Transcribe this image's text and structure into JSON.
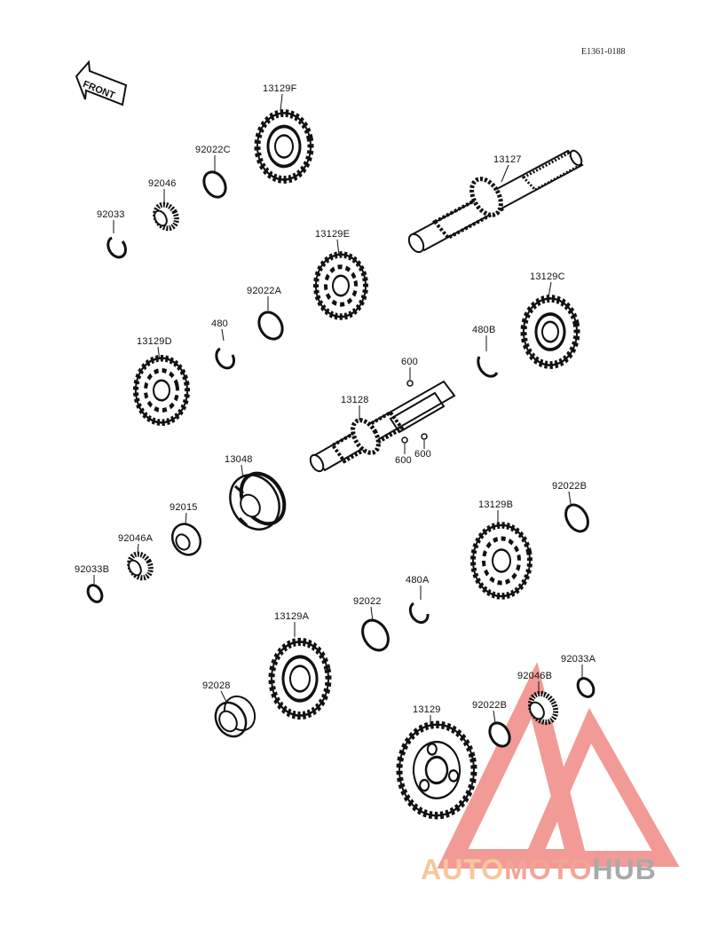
{
  "diagram_code": "E1361-0188",
  "front_label": "FRONT",
  "watermark": {
    "part1": "AUTO",
    "part2": "MOTO",
    "part3": "HUB"
  },
  "parts": {
    "p13129F": "13129F",
    "p92022C": "92022C",
    "p92046": "92046",
    "p92033": "92033",
    "p13127": "13127",
    "p13129E": "13129E",
    "p92022A": "92022A",
    "p480": "480",
    "p13129D": "13129D",
    "p13129C": "13129C",
    "p480B": "480B",
    "p600a": "600",
    "p13128": "13128",
    "p600b": "600",
    "p600c": "600",
    "p13048": "13048",
    "p92015": "92015",
    "p92046A": "92046A",
    "p92033B": "92033B",
    "p92022B_top": "92022B",
    "p13129B": "13129B",
    "p480A": "480A",
    "p92022": "92022",
    "p13129A": "13129A",
    "p92028": "92028",
    "p92033A": "92033A",
    "p92046B": "92046B",
    "p92022B_low": "92022B",
    "p13129": "13129"
  }
}
